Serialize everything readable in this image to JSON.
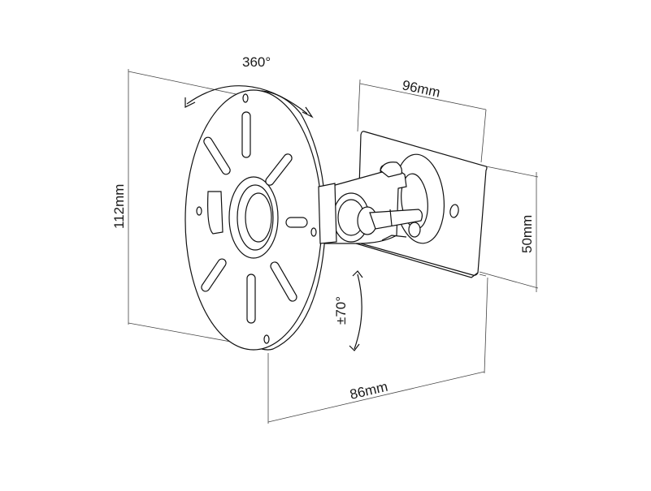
{
  "diagram": {
    "labels": {
      "rotation": "360°",
      "tilt": "±70°",
      "plate_width": "96mm",
      "plate_height": "50mm",
      "height": "112mm",
      "depth": "86mm"
    }
  }
}
